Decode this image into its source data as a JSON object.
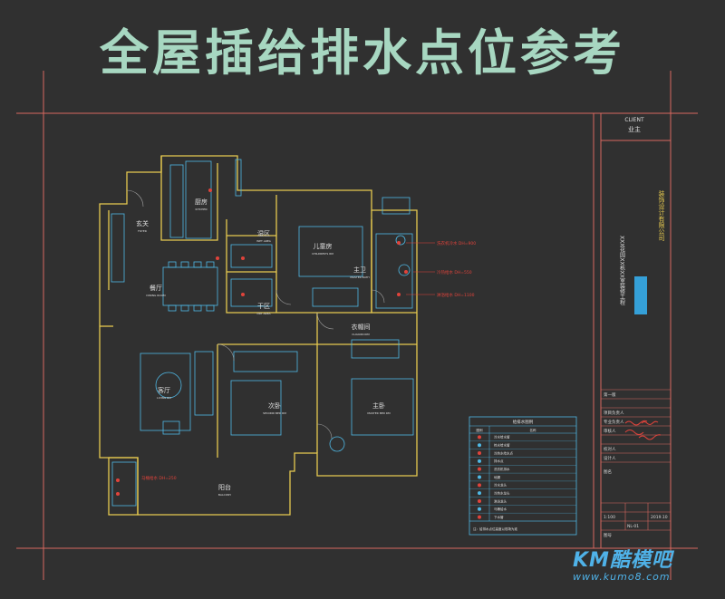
{
  "title": "全屋插给排水点位参考",
  "rooms": {
    "kitchen": "厨房",
    "kitchen_en": "KITCHEN",
    "foyer": "玄关",
    "foyer_en": "FOYER",
    "dining": "餐厅",
    "dining_en": "DINING ROOM",
    "wet_zone": "湿区",
    "wet_zone_en": "WET AREA",
    "dry_zone": "干区",
    "dry_zone_en": "DRY AREA",
    "kids_room": "儿童房",
    "kids_room_en": "CHILDREN'S RM",
    "master_bath": "主卫",
    "master_bath_en": "MASTER BATH",
    "walkin": "衣帽间",
    "walkin_en": "CLOAKROOM",
    "living": "客厅",
    "living_en": "LIVING RM",
    "second_bed": "次卧",
    "second_bed_en": "SECOND BED RM",
    "master_bed": "主卧",
    "master_bed_en": "MASTER BED RM",
    "balcony": "阳台",
    "balcony_en": "BALCONY"
  },
  "title_block": {
    "client_label": "CLIENT",
    "client_name": "业主",
    "company": "装饰设计有限公司",
    "project": "XXX花园XX栋XX室装修工程",
    "drawing_no": "NL-01",
    "scale": "1:100",
    "date": "2019.10",
    "rows": [
      "第一版",
      "项目负责人",
      "专业负责人",
      "审核人",
      "校对人",
      "设计人",
      "图名",
      "图号"
    ]
  },
  "legend": {
    "title": "给排水图例",
    "header_symbol": "图例",
    "header_name": "名称",
    "items": [
      "冷水给水管",
      "热水给水管",
      "冷热水给水点",
      "排水点",
      "洗衣机排水",
      "地漏",
      "冷水龙头",
      "冷热水龙头",
      "淋浴龙头",
      "马桶给水",
      "下水管"
    ],
    "note": "注：给排水点位高度以现场为准"
  },
  "annotations": [
    "洗衣机冷水 DH=900",
    "冷热给水 DH=550",
    "淋浴给水 DH=1100",
    "马桶给水 DH=250"
  ],
  "watermark": {
    "brand": "KM酷模吧",
    "url": "www.kumo8.com"
  },
  "colors": {
    "background": "#303030",
    "title_text": "#a7d7c1",
    "frame": "#d9685f",
    "wall": "#e6c94f",
    "fixture": "#4fb9e6",
    "annotation": "#e0433b",
    "watermark": "#4fb2e8"
  }
}
